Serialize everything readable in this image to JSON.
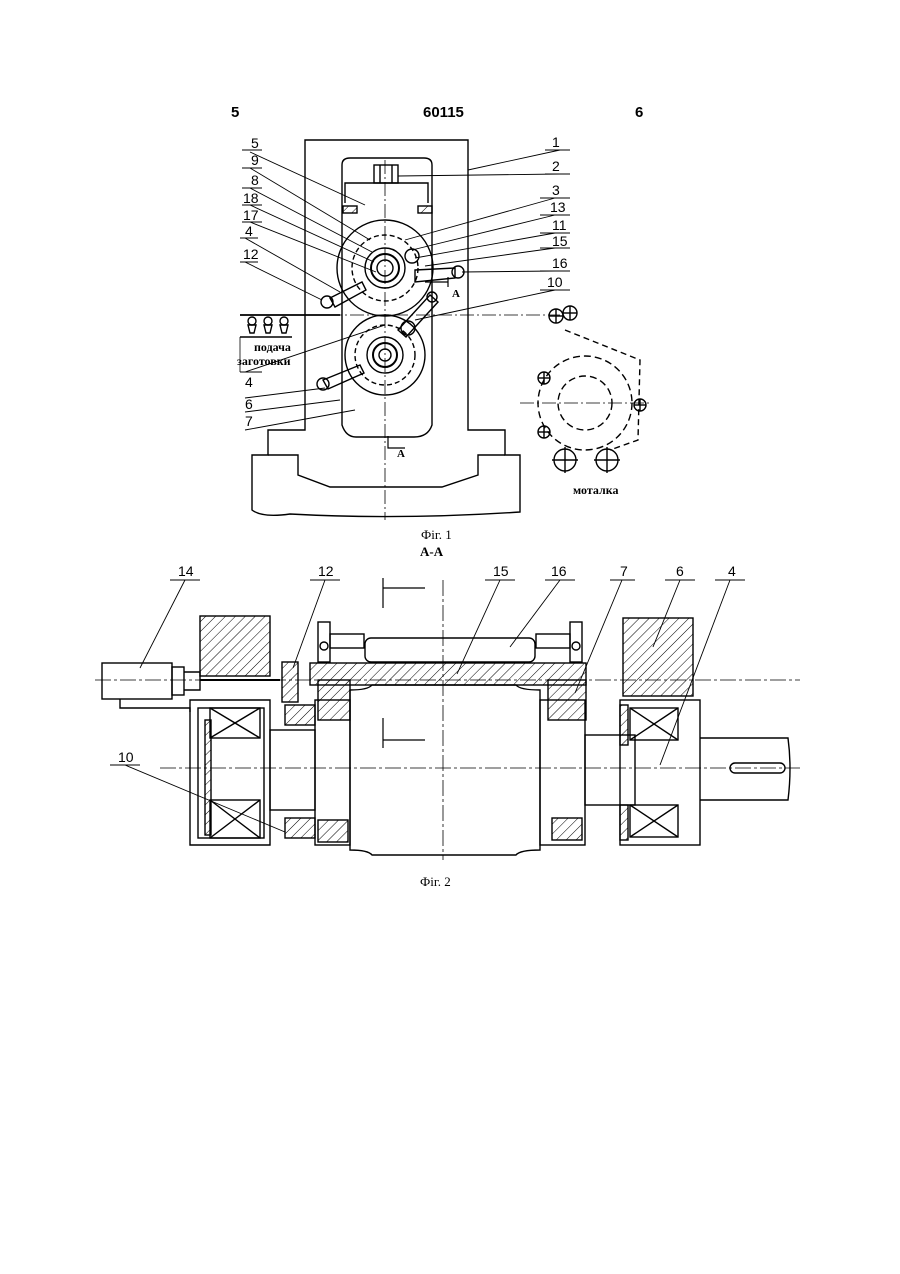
{
  "header": {
    "page_left": "5",
    "doc_number": "60115",
    "page_right": "6"
  },
  "fig1": {
    "caption": "Фіг. 1",
    "labels_left": [
      "5",
      "9",
      "8",
      "18",
      "17",
      "4",
      "12"
    ],
    "labels_right": [
      "1",
      "2",
      "3",
      "13",
      "11",
      "15",
      "16",
      "10"
    ],
    "labels_bottom_left": [
      "4",
      "6",
      "7"
    ],
    "feed_label_line1": "подача",
    "feed_label_line2": "заготовки",
    "coiler_label": "моталка",
    "section_mark": "А"
  },
  "section_title": "А-А",
  "fig2": {
    "caption": "Фіг. 2",
    "labels": [
      "14",
      "12",
      "15",
      "16",
      "7",
      "6",
      "4",
      "10"
    ]
  }
}
